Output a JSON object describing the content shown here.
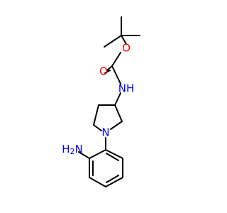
{
  "molecule": {
    "atoms": {
      "oxygen_ester": {
        "label": "O",
        "color": "#ff0000"
      },
      "oxygen_carbonyl": {
        "label": "O",
        "color": "#ff0000"
      },
      "nh": {
        "label": "NH",
        "color": "#0000ff"
      },
      "n_ring": {
        "label": "N",
        "color": "#0000ff"
      },
      "amine": {
        "label": "H2N",
        "color": "#0000ff"
      }
    }
  }
}
